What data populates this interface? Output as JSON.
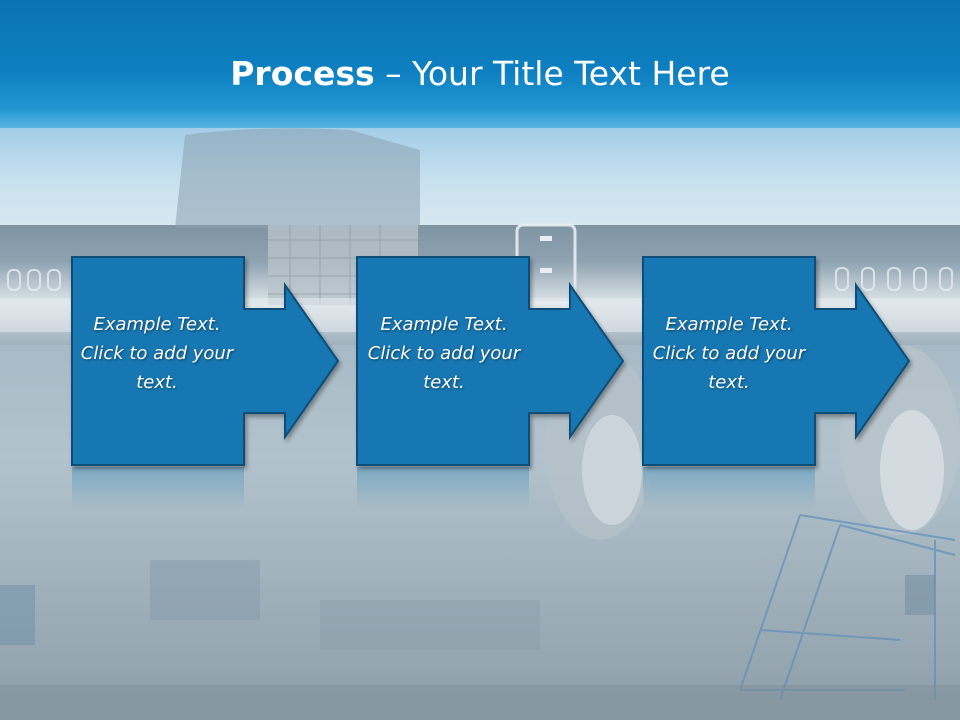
{
  "slide": {
    "title_bold": "Process",
    "title_rest": " – Your Title Text Here"
  },
  "steps": [
    {
      "text": "Example Text. Click  to add your text."
    },
    {
      "text": "Example Text. Click  to add your text."
    },
    {
      "text": "Example Text. Click  to add your text."
    }
  ],
  "colors": {
    "header": "#0d7fc0",
    "box_fill": "#1277b2",
    "box_border": "#0b4e78"
  }
}
